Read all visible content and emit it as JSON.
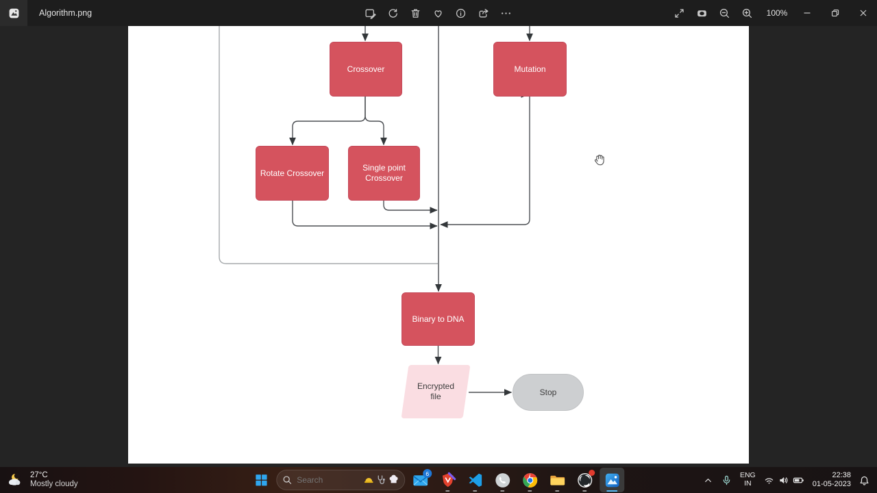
{
  "window": {
    "app": "Photos",
    "title": "Algorithm.png",
    "zoom_level": "100%"
  },
  "toolbar": {
    "icons": [
      "edit-image",
      "rotate",
      "delete",
      "favorite",
      "info",
      "share",
      "see-more"
    ]
  },
  "view_controls": {
    "icons": [
      "fullscreen",
      "fit-to-window",
      "zoom-out",
      "zoom-in"
    ]
  },
  "window_controls": {
    "icons": [
      "minimize",
      "restore",
      "close"
    ]
  },
  "diagram": {
    "nodes": [
      {
        "label": "Crossover",
        "type": "process"
      },
      {
        "label": "Mutation",
        "type": "process"
      },
      {
        "label": "Rotate Crossover",
        "type": "process"
      },
      {
        "label": "Single point Crossover",
        "type": "process"
      },
      {
        "label": "Binary to DNA",
        "type": "process"
      },
      {
        "label": "Encrypted file",
        "type": "data"
      },
      {
        "label": "Stop",
        "type": "terminator"
      }
    ],
    "edges": [
      {
        "from": "top",
        "to": "Crossover"
      },
      {
        "from": "top",
        "to": "Mutation"
      },
      {
        "from": "Crossover",
        "to": "Rotate Crossover"
      },
      {
        "from": "Crossover",
        "to": "Single point Crossover"
      },
      {
        "from": "Rotate Crossover",
        "to": "merge-line"
      },
      {
        "from": "Single point Crossover",
        "to": "merge-line"
      },
      {
        "from": "Mutation",
        "to": "merge-line"
      },
      {
        "from": "merge-line",
        "to": "Binary to DNA"
      },
      {
        "from": "Binary to DNA",
        "to": "Encrypted file"
      },
      {
        "from": "Encrypted file",
        "to": "Stop"
      }
    ],
    "colors": {
      "process_fill": "#d5535e",
      "process_border": "#c4495a",
      "data_fill": "#fadde2",
      "terminator_fill": "#cdcfd1",
      "connector": "#4b4e52",
      "container_outline": "#a5a9ac"
    }
  },
  "taskbar": {
    "weather": {
      "temperature": "27°C",
      "condition": "Mostly cloudy"
    },
    "search": {
      "placeholder": "Search",
      "icons": [
        "hard-hat",
        "stethoscope",
        "chef-hat"
      ]
    },
    "mail_badge": "6",
    "apps": [
      "mail",
      "brave",
      "vscode",
      "whatsapp",
      "chrome",
      "file-explorer",
      "obs-studio",
      "photos"
    ],
    "active_app": "photos",
    "tray": {
      "language_top": "ENG",
      "language_bottom": "IN",
      "time": "22:38",
      "date": "01-05-2023",
      "icons": [
        "hidden-icons-chevron",
        "microphone",
        "wifi",
        "volume",
        "battery",
        "notifications"
      ]
    }
  }
}
